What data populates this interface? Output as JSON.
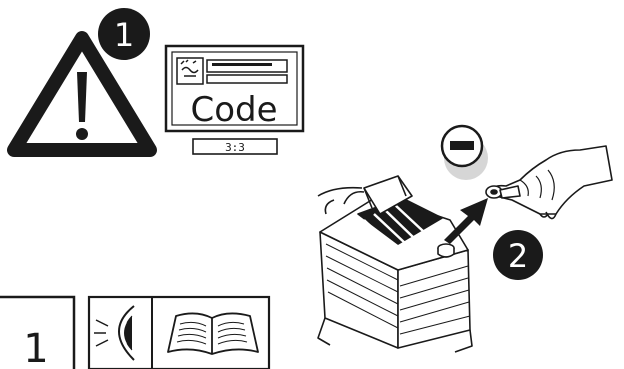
{
  "steps": {
    "step1": "1",
    "step2": "2"
  },
  "radio_display": {
    "code_label": "Code",
    "code_counter": "3:3"
  },
  "manual_reference": {
    "page_number": "1",
    "icons": [
      "eye-icon",
      "book-icon"
    ]
  },
  "symbols": {
    "warning": "warning-triangle-icon",
    "terminal": "negative-terminal-icon"
  },
  "colors": {
    "ink": "#1a1a1a",
    "badge": "#1a1a1a",
    "terminal_badge": "#c8c8c8"
  }
}
